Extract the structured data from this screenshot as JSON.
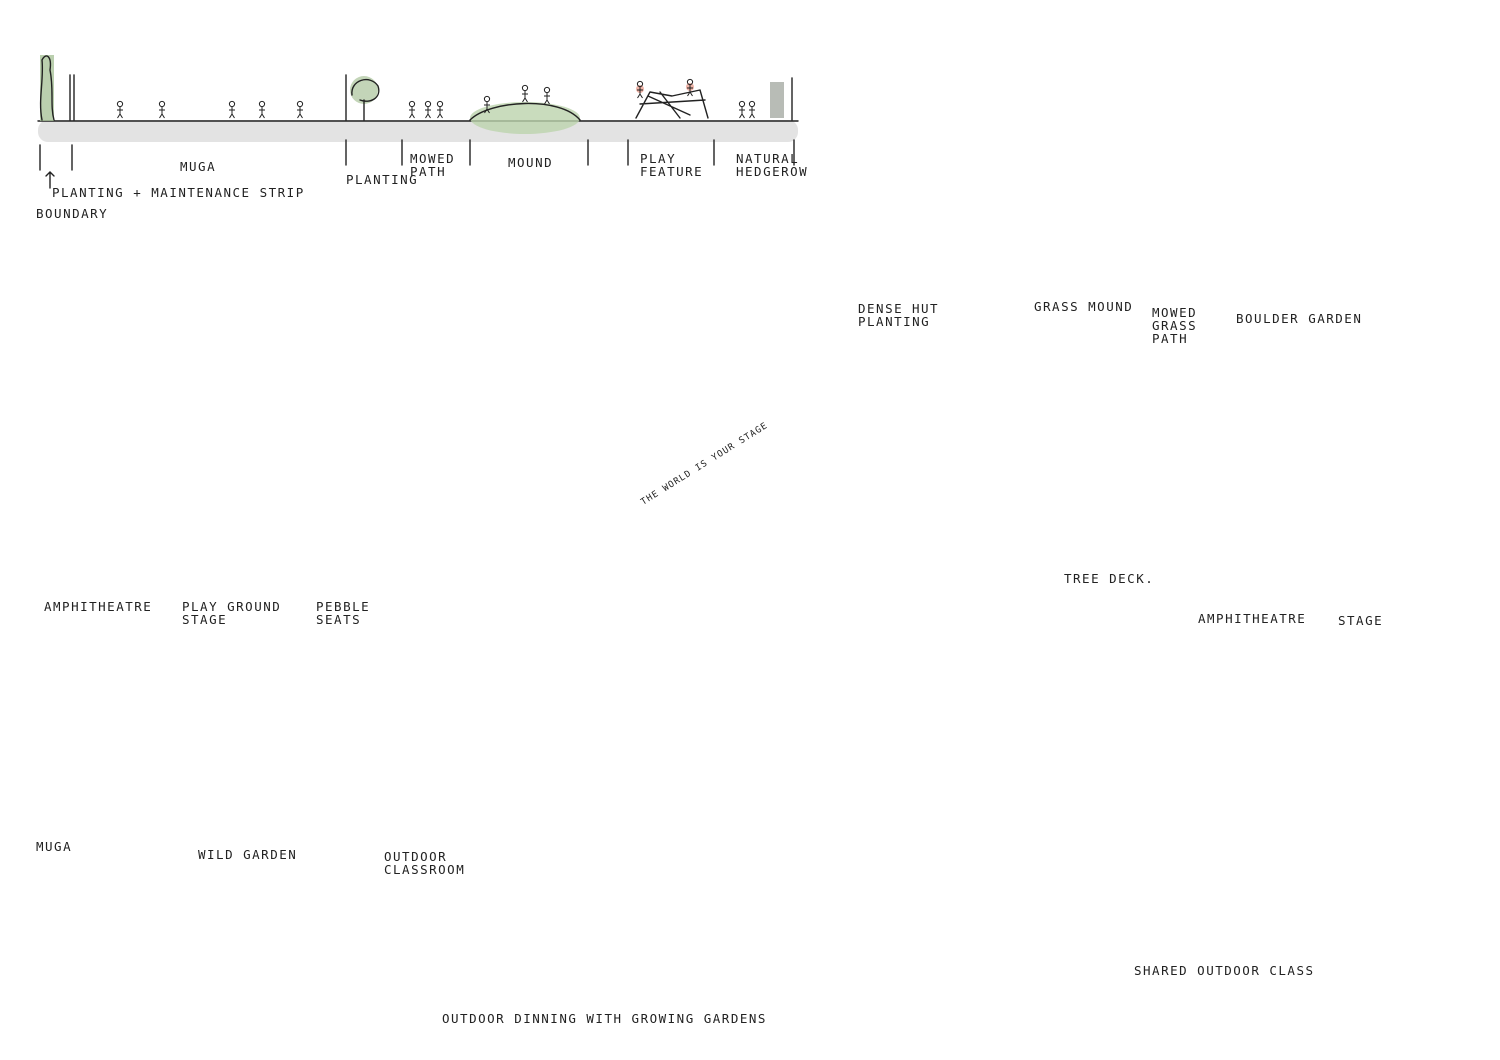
{
  "colors": {
    "ink": "#222222",
    "ground": "#e3e3e3",
    "tree_green": "#a9c39a",
    "tree_grey": "#9a9f97",
    "figure_red": "#e89a8a",
    "deck_brown": "#a08f7c"
  },
  "sections": {
    "top_left": {
      "planting_strip": "Planting + maintenance strip",
      "boundary": "Boundary",
      "muga": "MUGA",
      "planting": "Planting",
      "mowed_path": "Mowed path",
      "mound": "Mound",
      "play_feature": "Play feature",
      "hedgerow": "Natural hedgerow"
    },
    "top_right": {
      "dense_planting": "Dense planting",
      "hut": "Hut",
      "grass_mound": "Grass mound",
      "mowed_grass_path": "Mowed grass path",
      "boulder_garden": "Boulder garden"
    },
    "mid_left": {
      "amphitheatre": "Amphitheatre",
      "playground_stage": "Play ground stage",
      "pebble_seats": "Pebble seats"
    },
    "mid_right": {
      "tree_deck": "Tree deck.",
      "amphitheatre": "Amphitheatre",
      "stage": "Stage"
    },
    "bottom_left": {
      "muga": "MUGA",
      "wild_garden": "Wild garden",
      "outdoor_classroom": "Outdoor classroom"
    },
    "bottom_center": {
      "dining": "Outdoor dinning with growing gardens"
    },
    "bottom_right": {
      "shared_class": "Shared outdoor class"
    }
  },
  "plan": {
    "stage_text": "The world is your stage"
  }
}
